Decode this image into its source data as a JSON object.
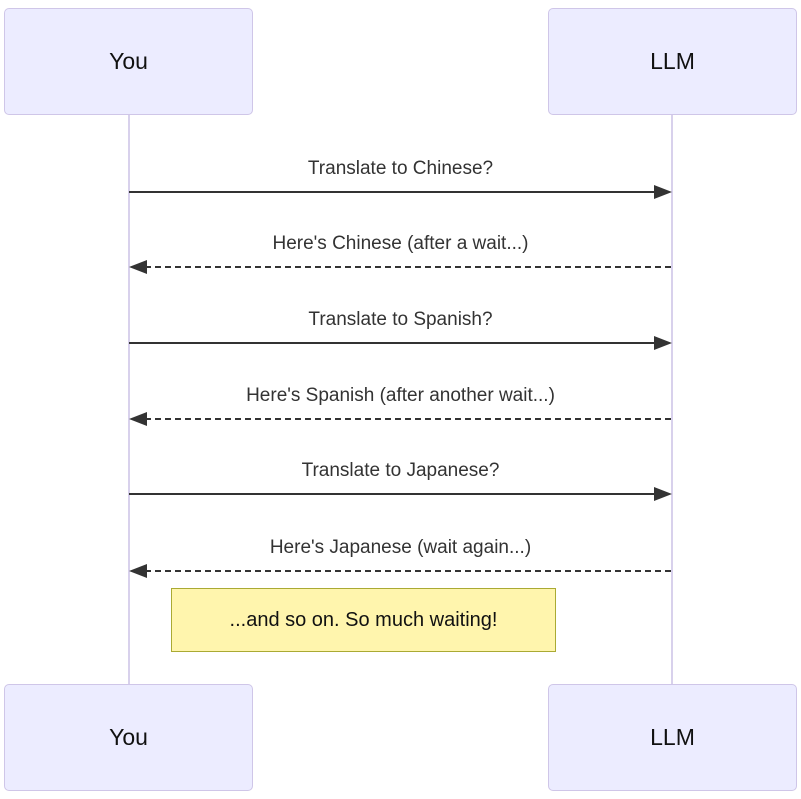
{
  "diagram": {
    "type": "sequence-diagram",
    "actors": [
      {
        "id": "you",
        "label": "You"
      },
      {
        "id": "llm",
        "label": "LLM"
      }
    ],
    "messages": [
      {
        "from": "you",
        "to": "llm",
        "style": "solid",
        "direction": "right",
        "text": "Translate to Chinese?"
      },
      {
        "from": "llm",
        "to": "you",
        "style": "dashed",
        "direction": "left",
        "text": "Here's Chinese (after a wait...)"
      },
      {
        "from": "you",
        "to": "llm",
        "style": "solid",
        "direction": "right",
        "text": "Translate to Spanish?"
      },
      {
        "from": "llm",
        "to": "you",
        "style": "dashed",
        "direction": "left",
        "text": "Here's Spanish (after another wait...)"
      },
      {
        "from": "you",
        "to": "llm",
        "style": "solid",
        "direction": "right",
        "text": "Translate to Japanese?"
      },
      {
        "from": "llm",
        "to": "you",
        "style": "dashed",
        "direction": "left",
        "text": "Here's Japanese (wait again...)"
      }
    ],
    "note": {
      "text": "...and so on. So much waiting!"
    },
    "colors": {
      "background": "#FFFFFF",
      "actor_fill": "#ECECFF",
      "actor_border": "#CFC6E8",
      "lifeline": "#D8D1EC",
      "arrow": "#333333",
      "message_text": "#333333",
      "note_fill": "#FFF5AD",
      "note_border": "#AAAA33"
    }
  }
}
